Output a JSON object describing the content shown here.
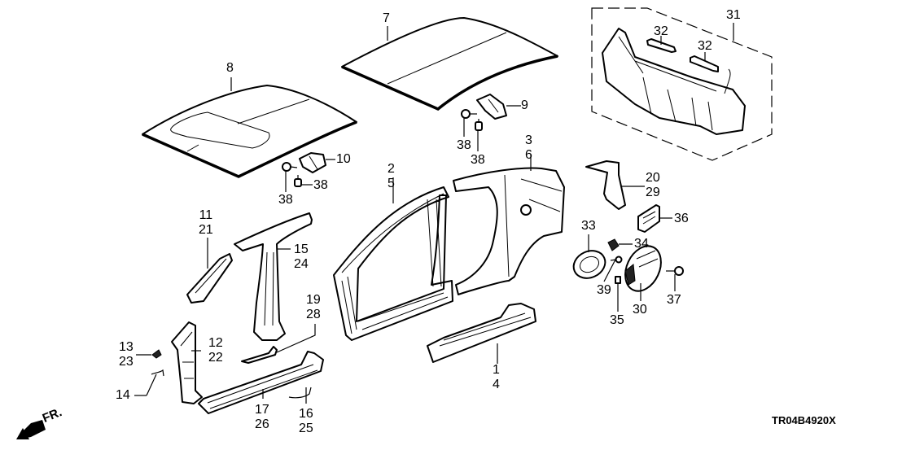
{
  "diagram": {
    "title": "Outer panel / roof panel exploded parts diagram",
    "diagram_code": "TR04B4920X",
    "direction_indicator": "FR.",
    "icons": {
      "front_arrow": "arrow-down-left-icon"
    },
    "callouts": {
      "c1_4": [
        "1",
        "4"
      ],
      "c2_5": [
        "2",
        "5"
      ],
      "c3_6": [
        "3",
        "6"
      ],
      "c7": "7",
      "c8": "8",
      "c9": "9",
      "c10": "10",
      "c11_21": [
        "11",
        "21"
      ],
      "c12_22": [
        "12",
        "22"
      ],
      "c13_23": [
        "13",
        "23"
      ],
      "c14": "14",
      "c15_24": [
        "15",
        "24"
      ],
      "c16_25": [
        "16",
        "25"
      ],
      "c17_26": [
        "17",
        "26"
      ],
      "c19_28": [
        "19",
        "28"
      ],
      "c20_29": [
        "20",
        "29"
      ],
      "c30": "30",
      "c31": "31",
      "c32a": "32",
      "c32b": "32",
      "c33": "33",
      "c34": "34",
      "c35": "35",
      "c36": "36",
      "c37": "37",
      "c38a": "38",
      "c38b": "38",
      "c38c": "38",
      "c38d": "38",
      "c39": "39"
    },
    "parts": [
      {
        "ref": "8",
        "name": "roof panel with sunroof opening"
      },
      {
        "ref": "7",
        "name": "roof panel"
      },
      {
        "ref": "9",
        "name": "roof bracket"
      },
      {
        "ref": "10",
        "name": "roof bracket"
      },
      {
        "ref": "38",
        "name": "bolt / nut fasteners"
      },
      {
        "ref": "31",
        "name": "rear panel assembly"
      },
      {
        "ref": "32",
        "name": "rear panel reinforcements"
      },
      {
        "ref": "2 / 5",
        "name": "outer side panel"
      },
      {
        "ref": "3 / 6",
        "name": "rear outer quarter panel"
      },
      {
        "ref": "1 / 4",
        "name": "side sill panel"
      },
      {
        "ref": "11 / 21",
        "name": "front pillar reinforcement"
      },
      {
        "ref": "15 / 24",
        "name": "center pillar"
      },
      {
        "ref": "12 / 22",
        "name": "front pillar lower"
      },
      {
        "ref": "13 / 23",
        "name": "bracket"
      },
      {
        "ref": "14",
        "name": "clip"
      },
      {
        "ref": "17 / 26",
        "name": "side sill reinforcement"
      },
      {
        "ref": "16 / 25",
        "name": "extension"
      },
      {
        "ref": "19 / 28",
        "name": "gusset"
      },
      {
        "ref": "20 / 29",
        "name": "rear bracket"
      },
      {
        "ref": "36",
        "name": "bracket"
      },
      {
        "ref": "33",
        "name": "fuel filler base"
      },
      {
        "ref": "34",
        "name": "fuel lid opener"
      },
      {
        "ref": "39",
        "name": "spring"
      },
      {
        "ref": "35",
        "name": "stopper"
      },
      {
        "ref": "30",
        "name": "fuel lid"
      },
      {
        "ref": "37",
        "name": "bolt"
      }
    ]
  }
}
